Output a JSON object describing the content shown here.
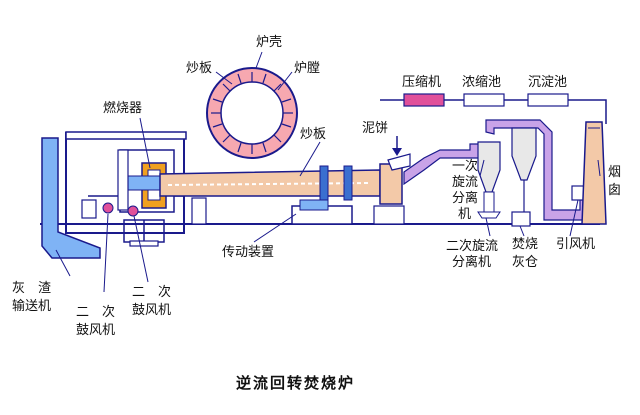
{
  "title": "逆流回转焚烧炉",
  "labels": {
    "furnace_shell": "炉壳",
    "stir_plate_top": "炒板",
    "furnace_chamber": "炉膛",
    "burner": "燃烧器",
    "stir_plate_main": "炒板",
    "sludge_cake": "泥饼",
    "compressor": "压缩机",
    "thickener": "浓缩池",
    "settling_tank": "沉淀池",
    "cyclone1_line1": "一次",
    "cyclone1_line2": "旋流",
    "cyclone1_line3": "分离",
    "cyclone1_line4": "机",
    "chimney_1": "烟",
    "chimney_2": "囱",
    "drive_device": "传动装置",
    "cyclone2_line1": "二次旋流",
    "cyclone2_line2": "分离机",
    "ash_silo_line1": "焚烧",
    "ash_silo_line2": "灰仓",
    "induced_fan": "引风机",
    "ash_conveyor_line1": "灰　渣",
    "ash_conveyor_line2": "输送机",
    "secondary_blower_a_line1": "二　次",
    "secondary_blower_a_line2": "鼓风机",
    "secondary_blower_b_line1": "二　次",
    "secondary_blower_b_line2": "鼓风机"
  },
  "colors": {
    "outline": "#1a1a8c",
    "kiln": "#f3c9a8",
    "kiln_band": "#3a6fd0",
    "ring_fill": "#f7a8b0",
    "ring_inner": "#ffffff",
    "pipe_purple": "#c9a3e8",
    "pipe_blue": "#7fb3f5",
    "compressor_fill": "#e0509a",
    "burner_fill": "#f0a020",
    "cyclone_fill": "#e8e8e8"
  }
}
